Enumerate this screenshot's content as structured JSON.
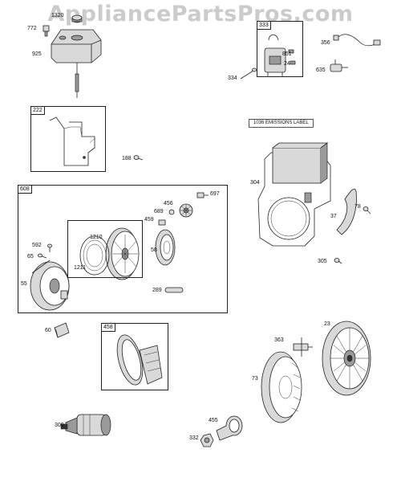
{
  "watermark": "AppliancePartsPros.com",
  "emissions_label": "1036 EMISSIONS LABEL",
  "groups": {
    "g222": "222",
    "g333": "333",
    "g608": "608",
    "g458": "458"
  },
  "parts": {
    "p1320": "1320",
    "p772": "772",
    "p925": "925",
    "p188": "188",
    "p851": "851",
    "p24": "24",
    "p334": "334",
    "p356": "356",
    "p635": "635",
    "p304": "304",
    "p37": "37",
    "p78": "78",
    "p305": "305",
    "p697": "697",
    "p456": "456",
    "p689": "689",
    "p459": "459",
    "p1210": "1210",
    "p1211": "1211",
    "p58": "58",
    "p592": "592",
    "p65": "65",
    "p55": "55",
    "p289": "289",
    "p60": "60",
    "p363": "363",
    "p23": "23",
    "p73": "73",
    "p309": "309",
    "p455": "455",
    "p332": "332"
  }
}
